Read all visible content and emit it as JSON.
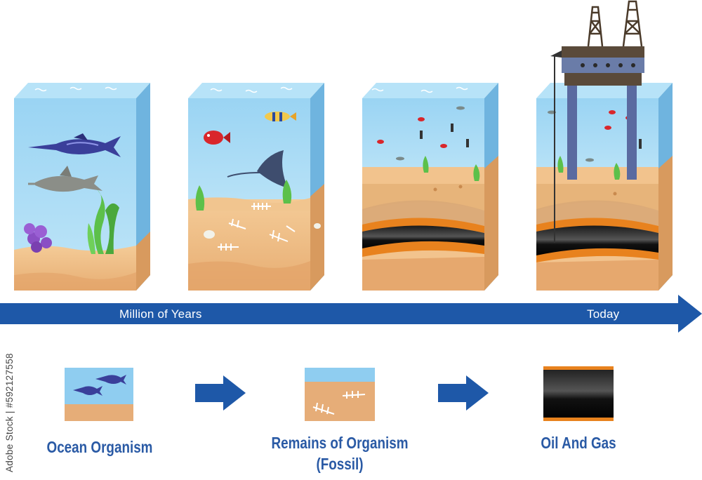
{
  "timeline": {
    "start_label": "Million of Years",
    "end_label": "Today"
  },
  "captions": {
    "stage_1": "Ocean Organism",
    "stage_2_line1": "Remains of Organism",
    "stage_2_line2": "(Fossil)",
    "stage_3": "Oil And Gas"
  },
  "side_credit": "Adobe Stock | #592127558",
  "colors": {
    "water": "#8fcdf0",
    "water_side": "#6ab0dc",
    "sand": "#f0c08a",
    "sand_dark": "#e0a56a",
    "arrow_blue": "#1e58a8",
    "caption_blue": "#2a5aa5",
    "oil_black": "#111111",
    "oil_orange": "#e8821e"
  },
  "icons": {
    "blocks": [
      "ocean-block-icon",
      "fossil-block-icon",
      "sediment-block-icon",
      "oil-rig-block-icon"
    ],
    "small": [
      "fish-thumbnail-icon",
      "fossil-thumbnail-icon",
      "oil-layer-thumbnail-icon"
    ],
    "arrows": [
      "right-arrow-icon",
      "right-arrow-icon"
    ]
  }
}
